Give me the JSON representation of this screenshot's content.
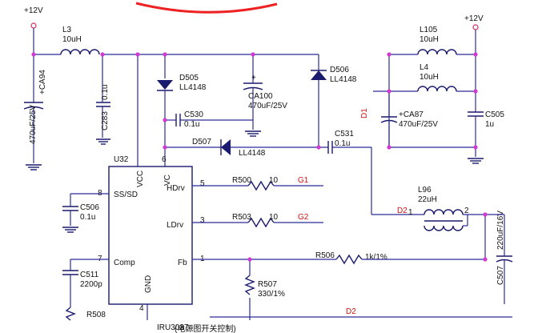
{
  "labels": {
    "supply_left": "+12V",
    "supply_right": "+12V",
    "l3_ref": "L3",
    "l3_val": "10uH",
    "ca94_ref": "+CA94",
    "ca94_val": "470uF/25V",
    "c283_ref": "C283",
    "c283_val": "0.1u",
    "d505_ref": "D505",
    "d505_val": "LL4148",
    "ca100_ref": "CA100",
    "ca100_val": "470uF/25V",
    "c530_ref": "C530",
    "c530_val": "0.1u",
    "d506_ref": "D506",
    "d506_val": "LL4148",
    "d507_ref": "D507",
    "d507_val": "LL4148",
    "c531_ref": "C531",
    "c531_val": "0.1u",
    "l105_ref": "L105",
    "l105_val": "10uH",
    "l4_ref": "L4",
    "l4_val": "10uH",
    "ca87_ref": "+CA87",
    "ca87_val": "470uF/25V",
    "c505_ref": "C505",
    "c505_val": "1u",
    "d1_net": "D1",
    "l96_ref": "L96",
    "l96_val": "22uH",
    "d2_net_top": "D2",
    "d2_net_bottom": "D2",
    "l96_pin1": "1",
    "l96_pin2": "2",
    "c507_ref": "C507",
    "c507_val": "220uF/16V",
    "u32_ref": "U32",
    "u32_part": "IRU3037",
    "pin_vcc": "VCC",
    "pin_vc": "VC",
    "pin_hdrv": "HDrv",
    "pin_ldrv": "LDrv",
    "pin_ss": "SS/SD",
    "pin_comp": "Comp",
    "pin_fb": "Fb",
    "pin_gnd": "GND",
    "pinnum_vcc": "6",
    "pinnum_ss": "8",
    "pinnum_hdrv": "5",
    "pinnum_ldrv": "3",
    "pinnum_comp": "7",
    "pinnum_fb": "1",
    "pinnum_gnd": "4",
    "c506_ref": "C506",
    "c506_val": "0.1u",
    "r500_ref": "R500",
    "r500_val": "10",
    "g1_net": "G1",
    "r503_ref": "R503",
    "r503_val": "10",
    "g2_net": "G2",
    "c511_ref": "C511",
    "c511_val": "2200p",
    "r508_ref": "R508",
    "r506_ref": "R506",
    "r506_val": "1k/1%",
    "r507_ref": "R507",
    "r507_val": "330/1%",
    "caption_partial": "(电源图开关控制)"
  },
  "colors": {
    "wire": "#2a2a9a",
    "component": "#1a1a6e",
    "junction": "#d23ad2",
    "net_label": "#cc1111",
    "supply_symbol": "#cc3366",
    "annotation_swoosh": "#ee2222"
  }
}
